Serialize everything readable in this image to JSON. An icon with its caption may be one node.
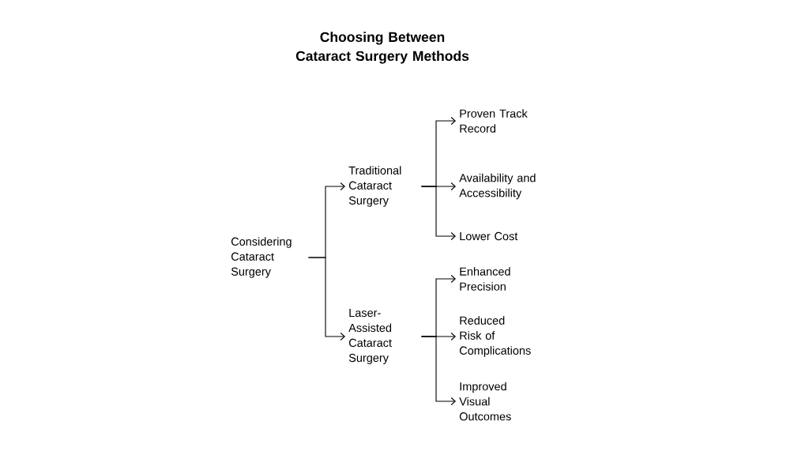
{
  "diagram": {
    "title": "Choosing Between Cataract Surgery Methods",
    "nodes": [
      {
        "text": [
          "Considering Cataract Surgery"
        ]
      },
      {
        "text": [
          "Traditional Cataract Surgery"
        ]
      },
      {
        "text": [
          "Proven Track Record"
        ]
      },
      {
        "text": [
          "Availability and Accessibility"
        ]
      },
      {
        "text": [
          "Lower Cost"
        ]
      },
      {
        "text": [
          "Laser-Assisted Cataract Surgery"
        ]
      },
      {
        "text": [
          "Enhanced Precision"
        ]
      },
      {
        "text": [
          "Reduced Risk of Complications"
        ]
      },
      {
        "text": [
          "Improved Visual Outcomes"
        ]
      }
    ],
    "edges": [
      {
        "from": 0,
        "to": 1,
        "arrow": "to"
      },
      {
        "from": 0,
        "to": 5,
        "arrow": "to"
      },
      {
        "from": 1,
        "to": 2,
        "arrow": "to"
      },
      {
        "from": 1,
        "to": 3,
        "arrow": "to"
      },
      {
        "from": 1,
        "to": 4,
        "arrow": "to"
      },
      {
        "from": 5,
        "to": 6,
        "arrow": "to"
      },
      {
        "from": 5,
        "to": 7,
        "arrow": "to"
      },
      {
        "from": 5,
        "to": 8,
        "arrow": "to"
      }
    ]
  }
}
